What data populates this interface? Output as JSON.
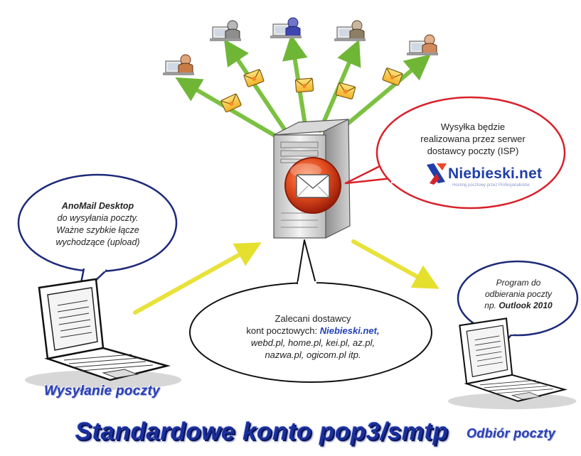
{
  "isp_bubble": {
    "lines": [
      "Wysyłka będzie",
      "realizowana przez serwer",
      "dostawcy poczty (ISP)"
    ],
    "logo_text": "Niebieski.net",
    "logo_tagline": "Hosting pocztowy przez Profesjonalistów"
  },
  "sender_bubble": {
    "app_name": "AnoMail Desktop",
    "lines": [
      "do wysyłania poczty.",
      "Ważne szybkie łącze",
      "wychodzące (upload)"
    ]
  },
  "providers_bubble": {
    "line1": "Zalecani dostawcy",
    "line2_prefix": "kont pocztowych:",
    "line2_brand": "Niebieski.net,",
    "line3": "webd.pl,  home.pl,  kei.pl,  az.pl,",
    "line4": "nazwa.pl,  ogicom.pl  itp."
  },
  "receiver_bubble": {
    "line1": "Program do",
    "line2": "odbierania poczty",
    "line3_prefix": "np.",
    "line3_app": "Outlook 2010"
  },
  "captions": {
    "sending": "Wysyłanie poczty",
    "receiving": "Odbiór poczty",
    "title": "Standardowe konto pop3/smtp"
  },
  "icons": {
    "recipients": [
      "person-icon",
      "person-icon",
      "person-icon",
      "person-icon",
      "person-icon"
    ],
    "envelopes": [
      "envelope-icon",
      "envelope-icon",
      "envelope-icon",
      "envelope-icon",
      "envelope-icon"
    ],
    "server": "server-icon",
    "laptops": [
      "laptop-icon",
      "laptop-icon"
    ]
  },
  "colors": {
    "green_arrow": "#7cc142",
    "yellow_arrow": "#e8e23a",
    "isp_bubble_border": "#d8212a",
    "mail_button": "#d94a1e",
    "title_blue": "#1a2f9c",
    "caption_blue": "#2b3fb0"
  }
}
